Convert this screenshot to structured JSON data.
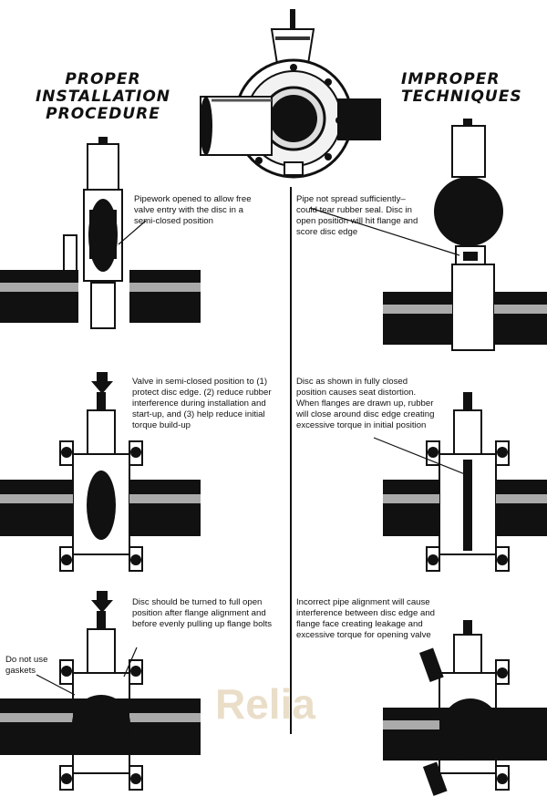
{
  "headings": {
    "proper": [
      "PROPER",
      "INSTALLATION",
      "PROCEDURE"
    ],
    "improper": [
      "IMPROPER",
      "TECHNIQUES"
    ]
  },
  "notes": {
    "proper_1": [
      "Pipework opened to allow free",
      "valve entry with the disc in a",
      "semi-closed position"
    ],
    "improper_1": [
      "Pipe not spread sufficiently–",
      "could tear rubber seal. Disc in",
      "open position will hit flange and",
      "score disc edge"
    ],
    "proper_2": [
      "Valve in semi-closed position to (1)",
      "protect disc edge. (2) reduce rubber",
      "interference during installation and",
      "start-up, and (3) help reduce initial",
      "torque build-up"
    ],
    "improper_2": [
      "Disc as shown in fully closed",
      "position causes seat distortion.",
      "When flanges are drawn up, rubber",
      "will close around disc edge creating",
      "excessive torque in initial position"
    ],
    "proper_3": [
      "Disc should be turned to full open",
      "position after flange alignment and",
      "before evenly pulling up flange bolts"
    ],
    "improper_3": [
      "Incorrect pipe alignment will cause",
      "interference between disc edge and",
      "flange face creating leakage and",
      "excessive torque for opening valve"
    ],
    "gasket": [
      "Do not use",
      "gaskets"
    ]
  },
  "watermark": "Relia",
  "colors": {
    "ink": "#111111",
    "paper": "#ffffff",
    "watermark": "#e3d3b8"
  }
}
